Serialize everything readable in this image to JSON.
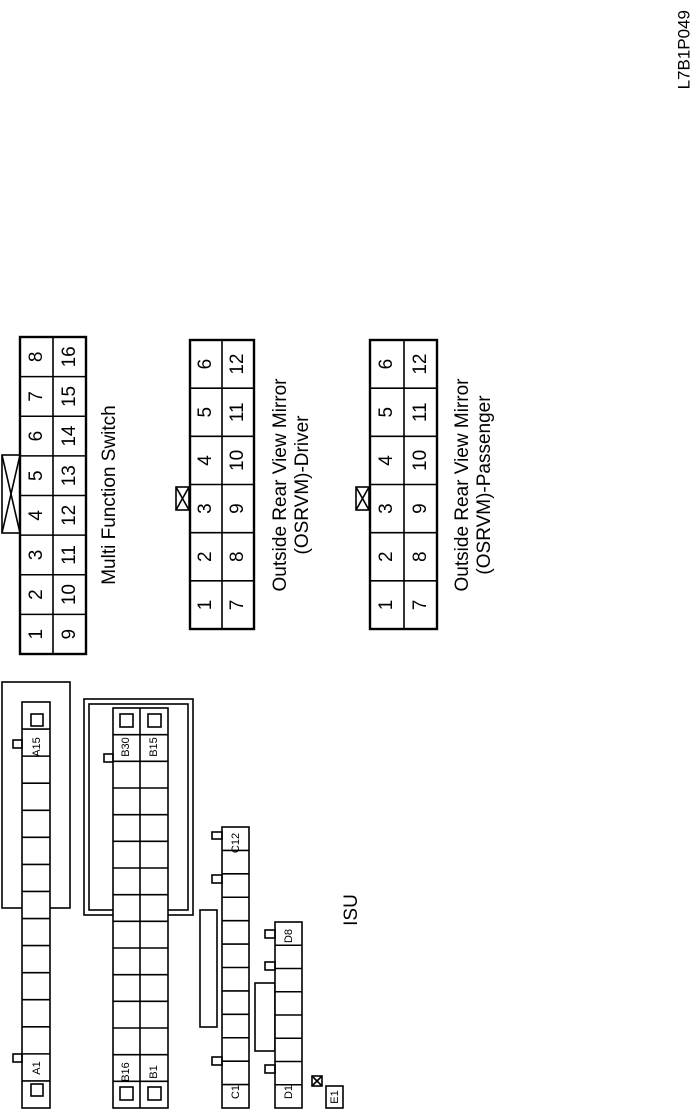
{
  "figure_code": "L7B1P049",
  "isu_label": "ISU",
  "multi_function_switch": {
    "label": "Multi Function Switch",
    "row1": [
      "1",
      "2",
      "3",
      "4",
      "5",
      "6",
      "7",
      "8"
    ],
    "row2": [
      "9",
      "10",
      "11",
      "12",
      "13",
      "14",
      "15",
      "16"
    ]
  },
  "osrvm_driver": {
    "label_line1": "Outside Rear View Mirror",
    "label_line2": "(OSRVM)-Driver",
    "row1": [
      "1",
      "2",
      "3",
      "4",
      "5",
      "6"
    ],
    "row2": [
      "7",
      "8",
      "9",
      "10",
      "11",
      "12"
    ]
  },
  "osrvm_passenger": {
    "label_line1": "Outside Rear View Mirror",
    "label_line2": "(OSRVM)-Passenger",
    "row1": [
      "1",
      "2",
      "3",
      "4",
      "5",
      "6"
    ],
    "row2": [
      "7",
      "8",
      "9",
      "10",
      "11",
      "12"
    ]
  },
  "isu_pins": {
    "a_start": "A1",
    "a_end": "A15",
    "b_row1_start": "B16",
    "b_row1_end": "B30",
    "b_row2_start": "B1",
    "b_row2_end": "B15",
    "c_start": "C1",
    "c_end": "C12",
    "d_start": "D1",
    "d_end": "D8",
    "e": "E1"
  }
}
